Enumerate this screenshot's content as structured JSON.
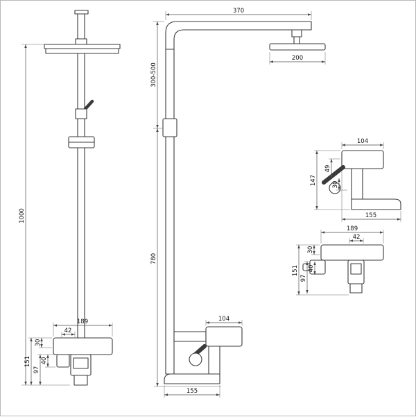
{
  "drawing": {
    "front_view": {
      "total_height": "1000",
      "mixer_width": "189",
      "mixer_spout_width": "42",
      "mixer_offset": "30",
      "mixer_height": "151",
      "mixer_lower_height": "97",
      "mixer_handle_height": "40"
    },
    "side_view": {
      "arm_reach": "370",
      "adjustable_range": "300-500",
      "head_width": "200",
      "riser_height": "780",
      "valve_width": "104",
      "spout_reach": "155"
    },
    "mixer_side_detail": {
      "body_width": "104",
      "total_height": "147",
      "dim_49": "49",
      "dim_30": "30",
      "spout_reach": "155"
    },
    "mixer_front_detail": {
      "body_width": "189",
      "spout_width": "42",
      "body_height": "30",
      "total_height": "151",
      "lower_height": "97",
      "handle_height": "40"
    }
  }
}
